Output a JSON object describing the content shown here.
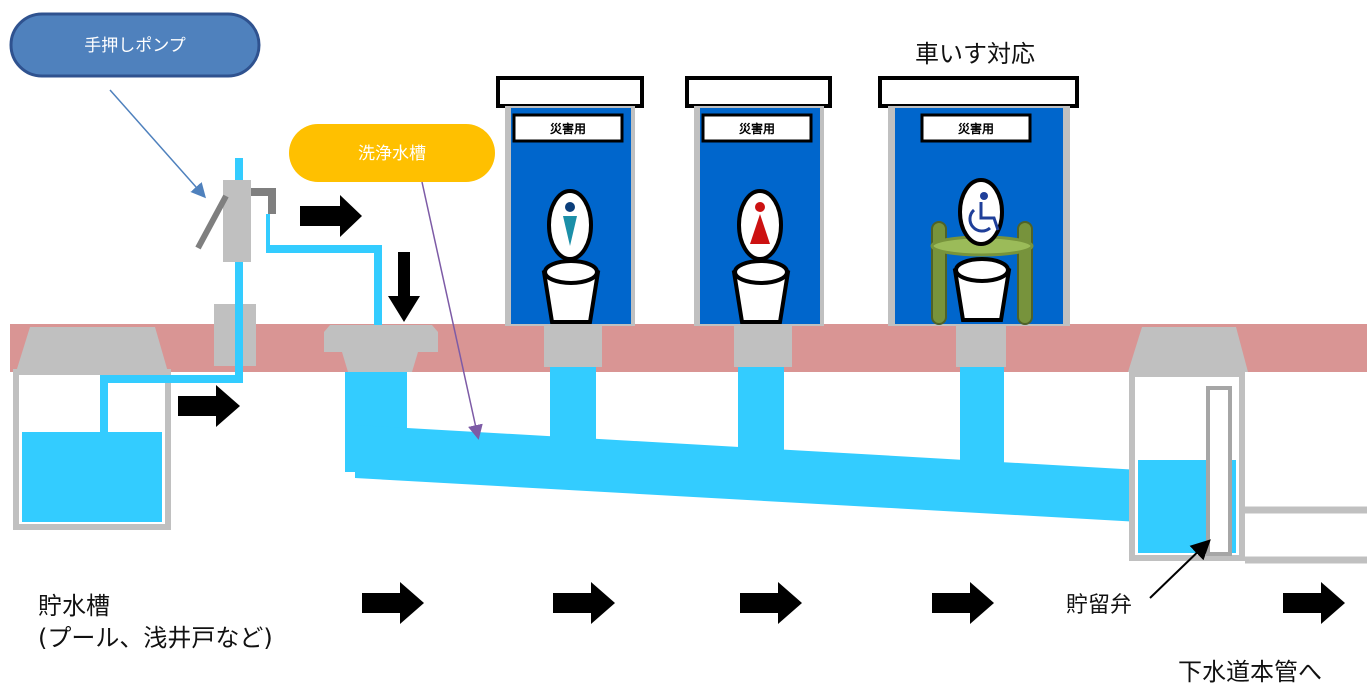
{
  "labels": {
    "pump": "手押しポンプ",
    "flush_tank": "洗浄水槽",
    "wheelchair": "車いす対応",
    "storage_tank_line1": "貯水槽",
    "storage_tank_line2": "(プール、浅井戸など)",
    "storage_valve": "貯留弁",
    "to_sewer": "下水道本管へ"
  },
  "booths": [
    {
      "sign": "災害用",
      "icon": "male-toilet-icon"
    },
    {
      "sign": "災害用",
      "icon": "female-toilet-icon"
    },
    {
      "sign": "災害用",
      "icon": "wheelchair-toilet-icon"
    }
  ],
  "colors": {
    "ground": "#d99594",
    "water": "#33ccff",
    "booth_blue": "#0066cc",
    "pump_callout": "#4f81bd",
    "flush_callout": "#ffc000",
    "gray": "#c0c0c0",
    "handrail": "#77933c"
  },
  "icons": [
    "arrow-right-icon",
    "arrow-down-icon",
    "male-toilet-icon",
    "female-toilet-icon",
    "wheelchair-toilet-icon"
  ]
}
